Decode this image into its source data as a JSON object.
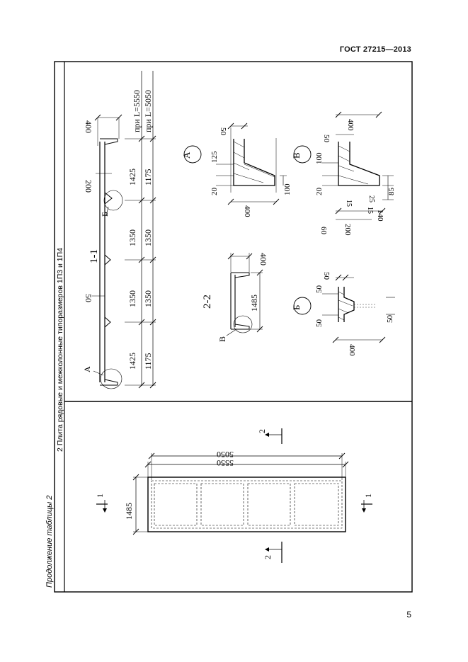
{
  "header": {
    "standard": "ГОСТ 27215—2013"
  },
  "footer": {
    "page_number": "5"
  },
  "table": {
    "continuation": "Продолжение таблицы 2",
    "row_title": "2 Плита рядовые и межколонные типоразмеров 1П3 и 1П4"
  },
  "plan": {
    "length_1": "5550",
    "length_2": "5050",
    "width": "1485",
    "cut_1": "1",
    "cut_2": "2"
  },
  "section_1_1": {
    "title": "1-1",
    "dim_end": "400",
    "dim_rib": "200",
    "dim_shelf": "50",
    "label_a": "А",
    "label_b": "Б",
    "row_labels": [
      "при L=5550",
      "при L=5050"
    ],
    "row_5550": [
      "1425",
      "1350",
      "1350",
      "1425"
    ],
    "row_5050": [
      "1175",
      "1350",
      "1350",
      "1175"
    ]
  },
  "section_2_2": {
    "title": "2-2",
    "dim_top": "400",
    "dim_height": "1485",
    "label_v": "В"
  },
  "detail_a": {
    "label": "А",
    "dims": [
      "50",
      "125",
      "20",
      "100",
      "400"
    ]
  },
  "detail_b": {
    "label": "Б",
    "dims": [
      "50",
      "50",
      "50",
      "50",
      "400"
    ]
  },
  "detail_v": {
    "label": "В",
    "dims": [
      "400",
      "50",
      "100",
      "20",
      "15",
      "15",
      "25",
      "85",
      "140",
      "60",
      "200"
    ]
  }
}
